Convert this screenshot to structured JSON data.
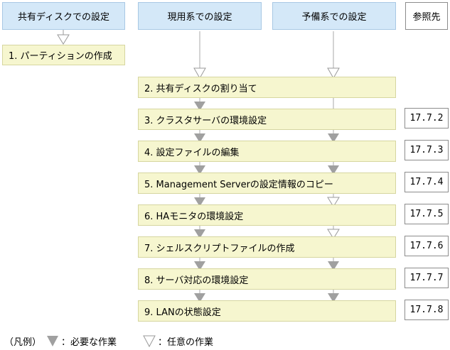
{
  "headers": {
    "shared_disk": "共有ディスクでの設定",
    "active": "現用系での設定",
    "standby": "予備系での設定",
    "reference": "参照先"
  },
  "steps": [
    "1. パーティションの作成",
    "2. 共有ディスクの割り当て",
    "3. クラスタサーバの環境設定",
    "4. 設定ファイルの編集",
    "5. Management Serverの設定情報のコピー",
    "6. HAモニタの環境設定",
    "7. シェルスクリプトファイルの作成",
    "8. サーバ対応の環境設定",
    "9. LANの状態設定"
  ],
  "references": [
    "17.7.2",
    "17.7.3",
    "17.7.4",
    "17.7.5",
    "17.7.6",
    "17.7.7",
    "17.7.8"
  ],
  "legend": {
    "prefix": "（凡例）",
    "required_label": "：必要な作業",
    "optional_label": "：任意の作業"
  },
  "colors": {
    "header_fill": "#d4e8f8",
    "step_fill": "#f6f6cf",
    "required_arrow": "#a0a0a0",
    "optional_arrow": "#ffffff"
  }
}
